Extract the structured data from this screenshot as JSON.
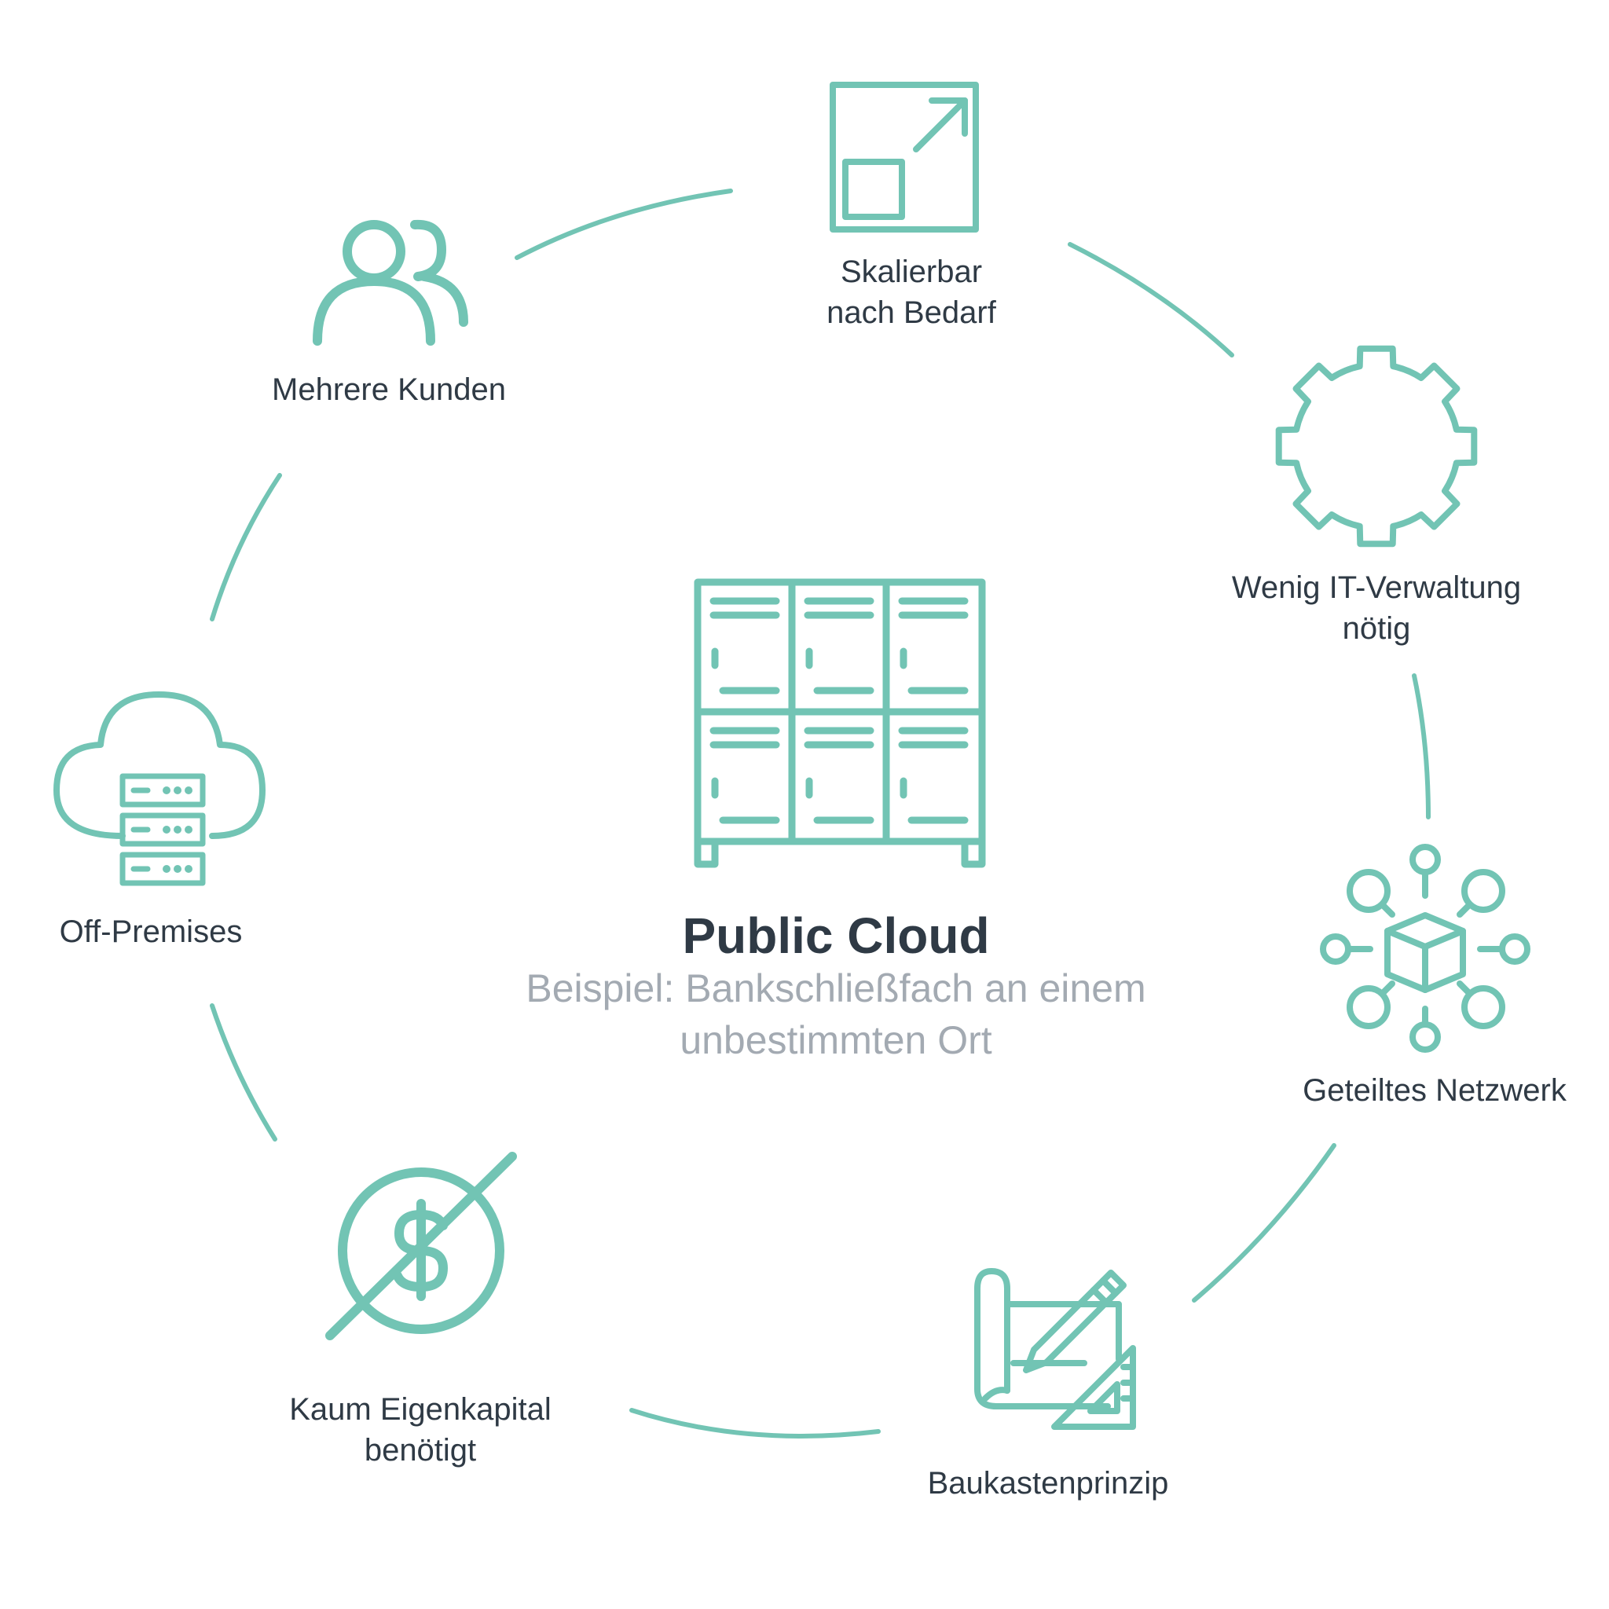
{
  "colors": {
    "accent": "#72c4b4",
    "text": "#2f3a45",
    "subtext": "#a3aab2",
    "background": "#ffffff"
  },
  "center": {
    "icon": "lockers-icon",
    "title": "Public Cloud",
    "subtitle_line1": "Beispiel: Bankschließfach an einem",
    "subtitle_line2": "unbestimmten Ort"
  },
  "nodes": [
    {
      "id": "skalierbar",
      "icon": "scale-expand-icon",
      "line1": "Skalierbar",
      "line2": "nach Bedarf"
    },
    {
      "id": "it-verwaltung",
      "icon": "gear-icon",
      "line1": "Wenig IT-Verwaltung",
      "line2": "nötig"
    },
    {
      "id": "netzwerk",
      "icon": "network-icon",
      "line1": "Geteiltes Netzwerk",
      "line2": ""
    },
    {
      "id": "baukasten",
      "icon": "blueprint-icon",
      "line1": "Baukastenprinzip",
      "line2": ""
    },
    {
      "id": "eigenkapital",
      "icon": "no-money-icon",
      "line1": "Kaum Eigenkapital",
      "line2": "benötigt"
    },
    {
      "id": "off-premises",
      "icon": "cloud-server-icon",
      "line1": "Off-Premises",
      "line2": ""
    },
    {
      "id": "kunden",
      "icon": "users-icon",
      "line1": "Mehrere Kunden",
      "line2": ""
    }
  ]
}
